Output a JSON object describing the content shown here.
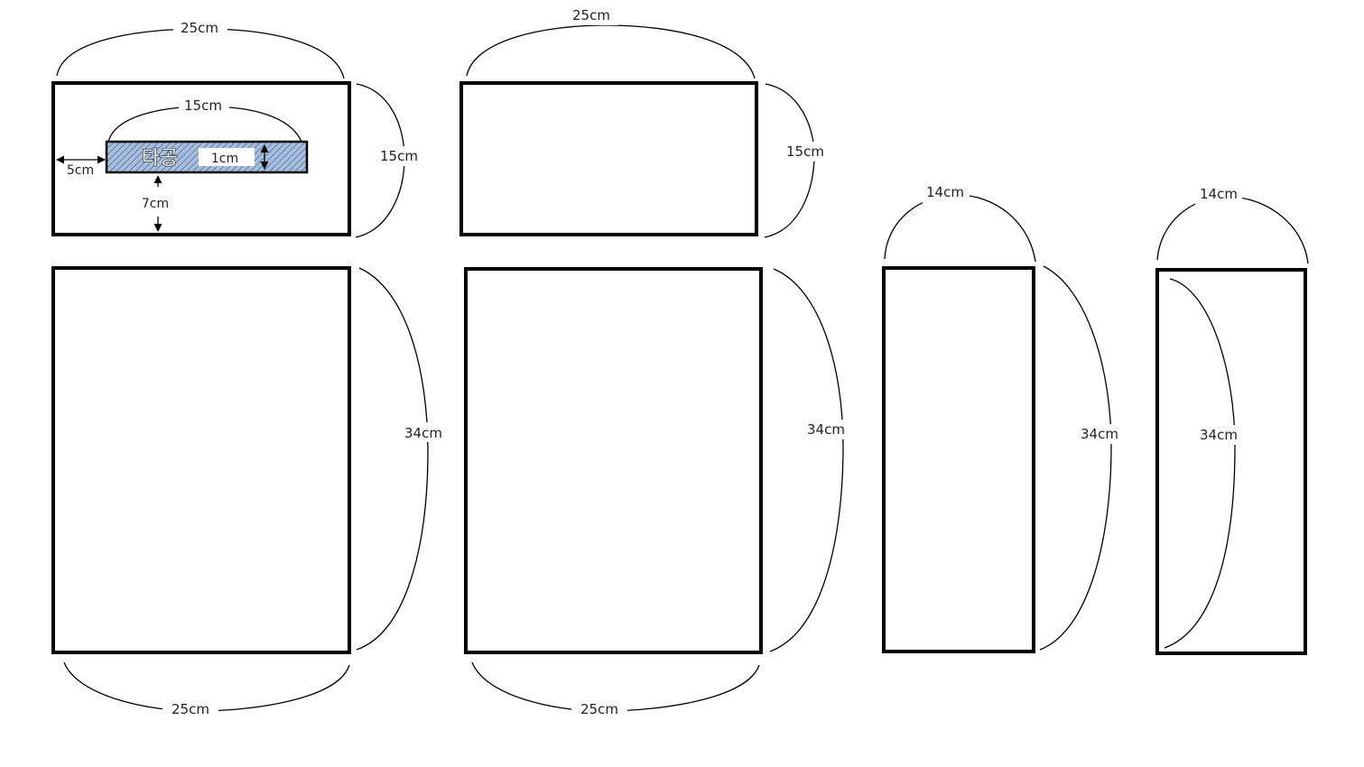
{
  "colors": {
    "outline": "#000000",
    "tag_fill": "#a9bfdc",
    "tag_hatch": "#4a6fa5",
    "background": "#ffffff"
  },
  "top_left": {
    "width_label": "25cm",
    "height_label": "15cm",
    "tag": {
      "text": "타공",
      "width_label": "15cm",
      "height_label": "1cm",
      "left_offset_label": "5cm",
      "bottom_offset_label": "7cm"
    }
  },
  "top_middle": {
    "width_label": "25cm",
    "height_label": "15cm"
  },
  "bottom_left": {
    "height_label": "34cm",
    "width_label": "25cm"
  },
  "bottom_middle": {
    "height_label": "34cm",
    "width_label": "25cm"
  },
  "side_a": {
    "width_label": "14cm",
    "height_label": "34cm"
  },
  "side_b": {
    "width_label": "14cm",
    "height_label": "34cm"
  }
}
